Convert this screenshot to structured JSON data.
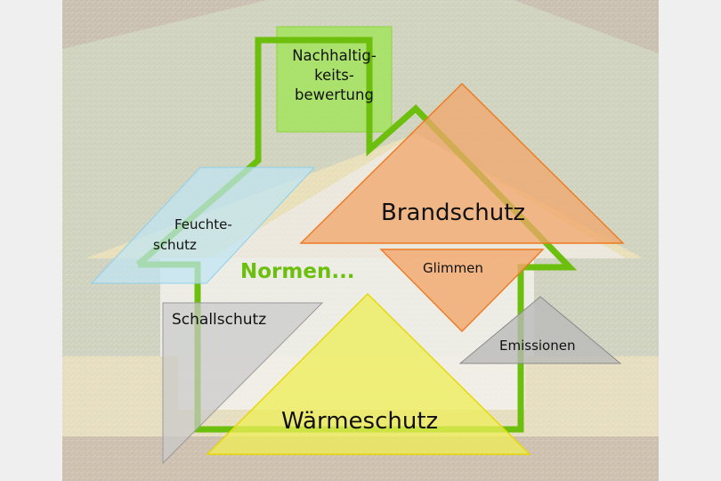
{
  "diagram": {
    "center_label": "Normen...",
    "center_label_color": "#6cbf0c",
    "house_outline_color": "#6cbf0c",
    "topics": [
      {
        "id": "nachhaltigkeit",
        "lines": [
          "Nachhaltig-",
          "keits-",
          "bewertung"
        ],
        "shape": "square",
        "color": "#9fe654"
      },
      {
        "id": "feuchteschutz",
        "lines": [
          "Feuchte-",
          "schutz"
        ],
        "shape": "parallelogram",
        "color": "#bfe4f2"
      },
      {
        "id": "brandschutz",
        "text": "Brandschutz",
        "shape": "triangle",
        "color": "#f2a66a"
      },
      {
        "id": "glimmen",
        "text": "Glimmen",
        "shape": "inverted-triangle",
        "color": "#f2a66a"
      },
      {
        "id": "schallschutz",
        "text": "Schallschutz",
        "shape": "right-triangle",
        "color": "#c9c9c9"
      },
      {
        "id": "emissionen",
        "text": "Emissionen",
        "shape": "triangle",
        "color": "#b9b9b9"
      },
      {
        "id": "waermeschutz",
        "text": "Wärmeschutz",
        "shape": "triangle",
        "color": "#eeee55"
      }
    ]
  }
}
